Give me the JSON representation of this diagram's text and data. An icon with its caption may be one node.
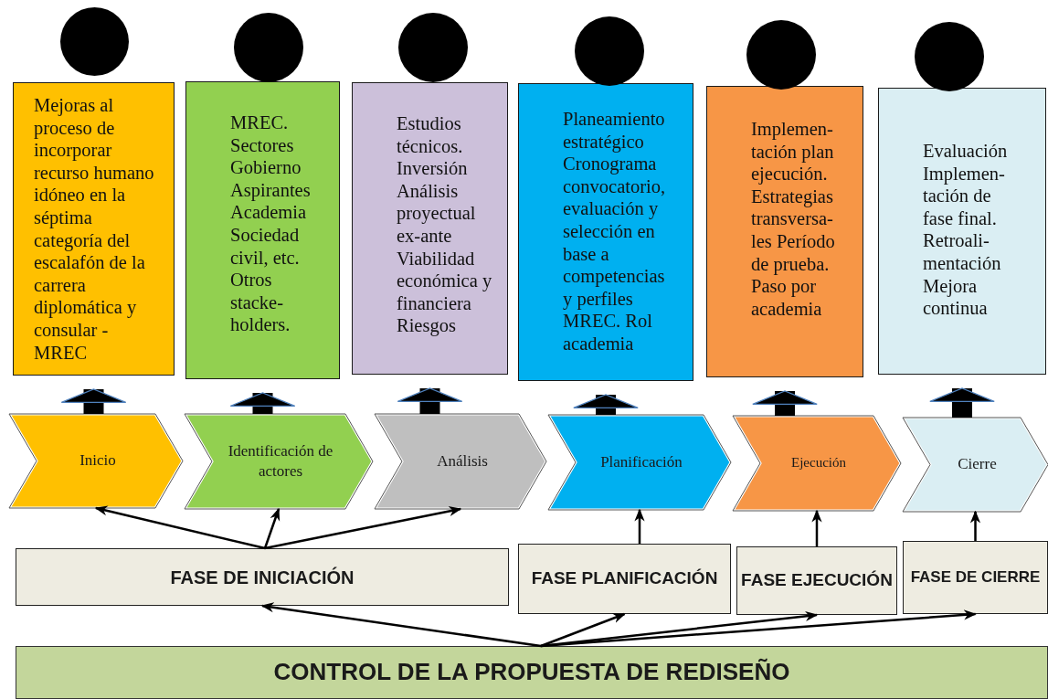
{
  "diagram": {
    "nodes": [
      {
        "text": [],
        "shape": "circle"
      },
      {
        "text": [],
        "shape": "circle"
      },
      {
        "text": [],
        "shape": "circle"
      },
      {
        "text": [],
        "shape": "circle"
      },
      {
        "text": [],
        "shape": "circle"
      },
      {
        "text": [],
        "shape": "circle"
      },
      {
        "text": [
          "Mejoras al proceso de incorporar recurso humano idóneo en la séptima categoría del escalafón de la carrera diplomática y consular - MREC"
        ]
      },
      {
        "text": [
          "MREC. Sectores Gobierno Aspirantes Academia Sociedad civil, etc. Otros stacke- holders."
        ]
      },
      {
        "text": [
          "Estudios técnicos. Inversión Análisis proyectual ex-ante Viabilidad económica y financiera Riesgos"
        ]
      },
      {
        "text": [
          "Planeamiento estratégico Cronograma convocatorio, evaluación y selección en base a competencias y perfiles MREC. Rol academia"
        ]
      },
      {
        "text": [
          "Implemen- tación plan ejecución. Estrategias transversa- les Período de prueba. Paso por academia"
        ]
      },
      {
        "text": [
          "Evaluación Implemen- tación de fase final. Retroali- mentación Mejora continua"
        ]
      },
      {
        "text": [
          "Inicio"
        ]
      },
      {
        "text": [
          "Identificación de actores"
        ]
      },
      {
        "text": [
          "Análisis"
        ]
      },
      {
        "text": [
          "Planificación"
        ]
      },
      {
        "text": [
          "Ejecución"
        ]
      },
      {
        "text": [
          "Cierre"
        ]
      },
      {
        "text": [
          "FASE DE INICIACIÓN"
        ]
      },
      {
        "text": [
          "FASE PLANIFICACIÓN"
        ]
      },
      {
        "text": [
          "FASE EJECUCIÓN"
        ]
      },
      {
        "text": [
          "FASE DE CIERRE"
        ]
      },
      {
        "text": [
          "CONTROL DE LA PROPUESTA DE REDISEÑO"
        ]
      }
    ],
    "edges": [
      {
        "from": 12,
        "to": 6,
        "arrow": "to",
        "style": "thick"
      },
      {
        "from": 13,
        "to": 7,
        "arrow": "to",
        "style": "thick"
      },
      {
        "from": 14,
        "to": 8,
        "arrow": "to",
        "style": "thick"
      },
      {
        "from": 15,
        "to": 9,
        "arrow": "to",
        "style": "thick"
      },
      {
        "from": 16,
        "to": 10,
        "arrow": "to",
        "style": "thick"
      },
      {
        "from": 17,
        "to": 11,
        "arrow": "to",
        "style": "thick"
      },
      {
        "from": 18,
        "to": 12,
        "arrow": "to"
      },
      {
        "from": 18,
        "to": 13,
        "arrow": "to"
      },
      {
        "from": 18,
        "to": 14,
        "arrow": "to"
      },
      {
        "from": 19,
        "to": 15,
        "arrow": "to"
      },
      {
        "from": 20,
        "to": 16,
        "arrow": "to"
      },
      {
        "from": 21,
        "to": 17,
        "arrow": "to"
      },
      {
        "from": 22,
        "to": 18,
        "arrow": "to"
      },
      {
        "from": 22,
        "to": 19,
        "arrow": "to"
      },
      {
        "from": 22,
        "to": 20,
        "arrow": "to"
      },
      {
        "from": 22,
        "to": 21,
        "arrow": "to"
      }
    ]
  }
}
